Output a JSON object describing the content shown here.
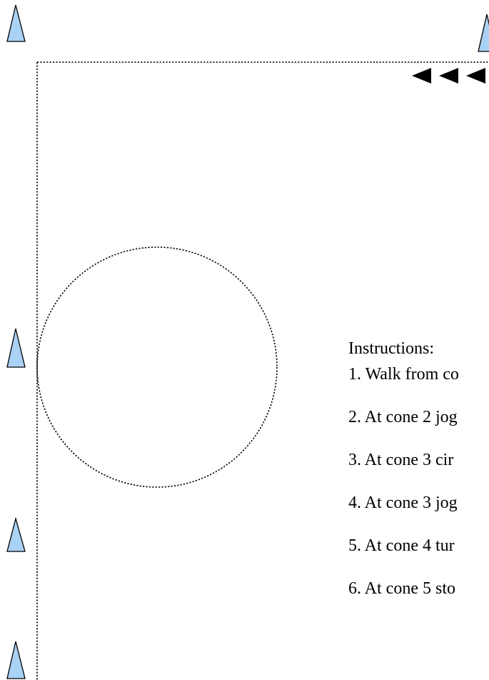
{
  "colors": {
    "cone_fill": "#a9d2f5",
    "cone_stroke": "#000000",
    "path_line": "#000000",
    "arrow_fill": "#000000",
    "text": "#000000",
    "background": "#ffffff"
  },
  "instructions": {
    "heading": "Instructions:",
    "steps": [
      "1. Walk from co",
      "2. At cone 2 jog",
      "3. At cone 3 cir",
      "4. At cone 3 jog",
      "5. At cone 4 tur",
      "6. At cone 5 sto"
    ]
  }
}
